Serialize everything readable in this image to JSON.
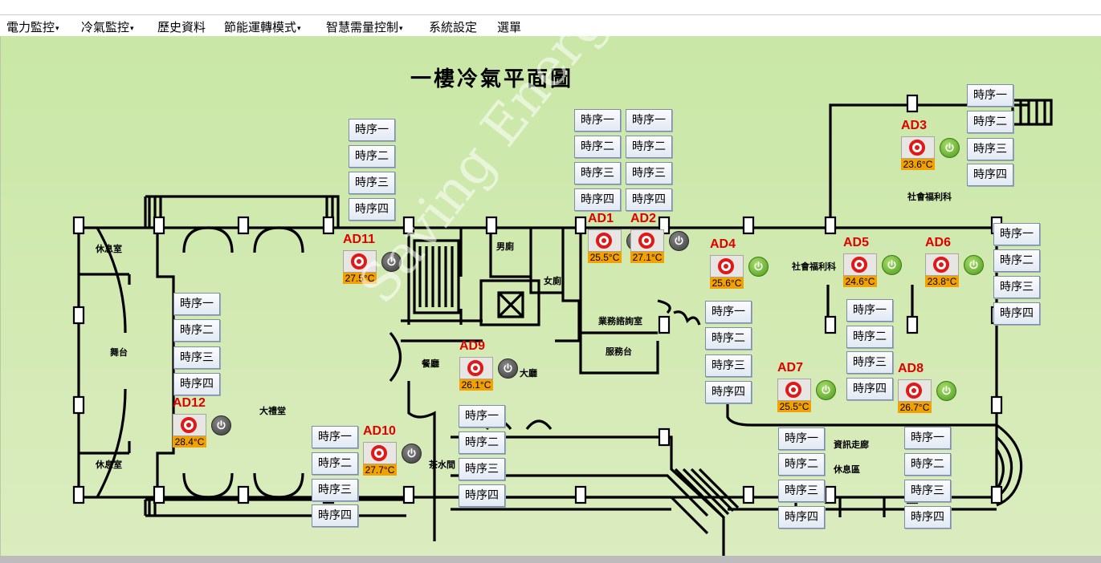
{
  "menu": {
    "items": [
      {
        "label": "電力監控",
        "dropdown": true
      },
      {
        "label": "冷氣監控",
        "dropdown": true
      },
      {
        "label": "歷史資料",
        "dropdown": false
      },
      {
        "label": "節能運轉模式",
        "dropdown": true
      },
      {
        "label": "智慧需量控制",
        "dropdown": true
      },
      {
        "label": "系統設定",
        "dropdown": false
      },
      {
        "label": "選單",
        "dropdown": false
      }
    ],
    "caret": "▾"
  },
  "plan": {
    "title": "一樓冷氣平面圖",
    "rooms": {
      "rest_top": "休息室",
      "rest_bottom": "休息室",
      "stage": "舞台",
      "hall": "大禮堂",
      "men_wc": "男廁",
      "women_wc": "女廁",
      "service_lobby": "業務諮詢室",
      "service_desk": "服務台",
      "social_welfare_1": "社會福利科",
      "social_welfare_2": "社會福利科",
      "cafeteria": "餐廳",
      "lobby": "大廳",
      "tea_room": "茶水間",
      "corridor": "資訊走廊",
      "lounge": "休息區"
    },
    "schedule_labels": [
      "時序一",
      "時序二",
      "時序三",
      "時序四"
    ],
    "units": [
      {
        "id": "AD1",
        "temp": "25.5°C",
        "power": "off"
      },
      {
        "id": "AD2",
        "temp": "27.1°C",
        "power": "off"
      },
      {
        "id": "AD3",
        "temp": "23.6°C",
        "power": "on"
      },
      {
        "id": "AD4",
        "temp": "25.6°C",
        "power": "on"
      },
      {
        "id": "AD5",
        "temp": "24.6°C",
        "power": "on"
      },
      {
        "id": "AD6",
        "temp": "23.8°C",
        "power": "on"
      },
      {
        "id": "AD7",
        "temp": "25.5°C",
        "power": "on"
      },
      {
        "id": "AD8",
        "temp": "26.7°C",
        "power": "on"
      },
      {
        "id": "AD9",
        "temp": "26.1°C",
        "power": "off"
      },
      {
        "id": "AD10",
        "temp": "27.7°C",
        "power": "off"
      },
      {
        "id": "AD11",
        "temp": "27.5°C",
        "power": "off"
      },
      {
        "id": "AD12",
        "temp": "28.4°C",
        "power": "off"
      }
    ],
    "watermark": "Saving Energy Tech"
  },
  "colors": {
    "background": "#cfe8ab",
    "unit_label": "#e00000",
    "temp_badge": "#f3a100",
    "power_on": "#5aa822",
    "power_off": "#4a4a4a"
  }
}
